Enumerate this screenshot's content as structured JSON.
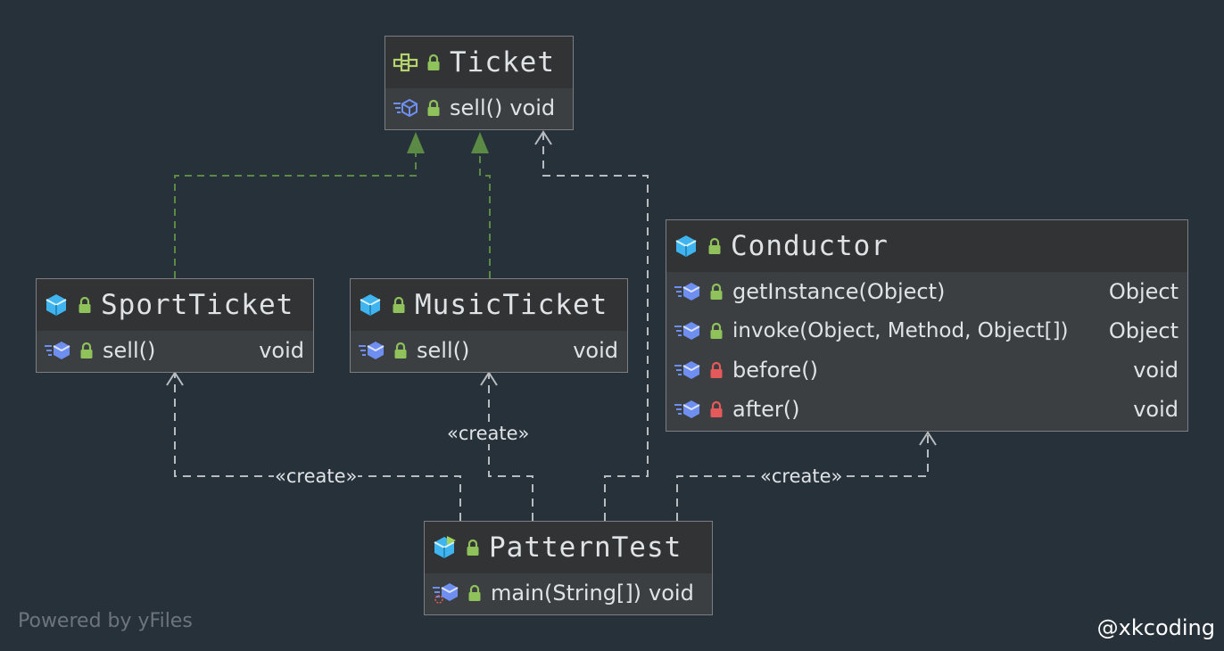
{
  "diagram": {
    "nodes": {
      "ticket": {
        "title": "Ticket",
        "kind_icon": "interface-icon",
        "members": [
          {
            "name": "sell()",
            "type": "void",
            "visibility": "public"
          }
        ]
      },
      "sport_ticket": {
        "title": "SportTicket",
        "kind_icon": "class-icon",
        "members": [
          {
            "name": "sell()",
            "type": "void",
            "visibility": "public"
          }
        ]
      },
      "music_ticket": {
        "title": "MusicTicket",
        "kind_icon": "class-icon",
        "members": [
          {
            "name": "sell()",
            "type": "void",
            "visibility": "public"
          }
        ]
      },
      "conductor": {
        "title": "Conductor",
        "kind_icon": "class-icon",
        "members": [
          {
            "name": "getInstance(Object)",
            "type": "Object",
            "visibility": "public"
          },
          {
            "name": "invoke(Object, Method, Object[])",
            "type": "Object",
            "visibility": "public"
          },
          {
            "name": "before()",
            "type": "void",
            "visibility": "private"
          },
          {
            "name": "after()",
            "type": "void",
            "visibility": "private"
          }
        ]
      },
      "pattern_test": {
        "title": "PatternTest",
        "kind_icon": "runnable-class-icon",
        "members": [
          {
            "name": "main(String[])",
            "type": "void",
            "visibility": "public"
          }
        ]
      }
    },
    "edges": [
      {
        "from": "SportTicket",
        "to": "Ticket",
        "relation": "implements"
      },
      {
        "from": "MusicTicket",
        "to": "Ticket",
        "relation": "implements"
      },
      {
        "from": "PatternTest",
        "to": "Ticket",
        "relation": "dependency"
      },
      {
        "from": "PatternTest",
        "to": "SportTicket",
        "relation": "dependency",
        "label": "«create»"
      },
      {
        "from": "PatternTest",
        "to": "MusicTicket",
        "relation": "dependency",
        "label": "«create»"
      },
      {
        "from": "PatternTest",
        "to": "Conductor",
        "relation": "dependency",
        "label": "«create»"
      }
    ],
    "colors": {
      "background": "#27313a",
      "implements_line": "#5a8a43",
      "dependency_line": "#b8bcc0",
      "lock_public": "#8fc25a",
      "lock_private": "#e45a5a",
      "class_icon": "#3fb4ee",
      "method_icon": "#6f8ff0"
    }
  },
  "footer": {
    "powered_by": "Powered by yFiles",
    "credit": "@xkcoding"
  }
}
